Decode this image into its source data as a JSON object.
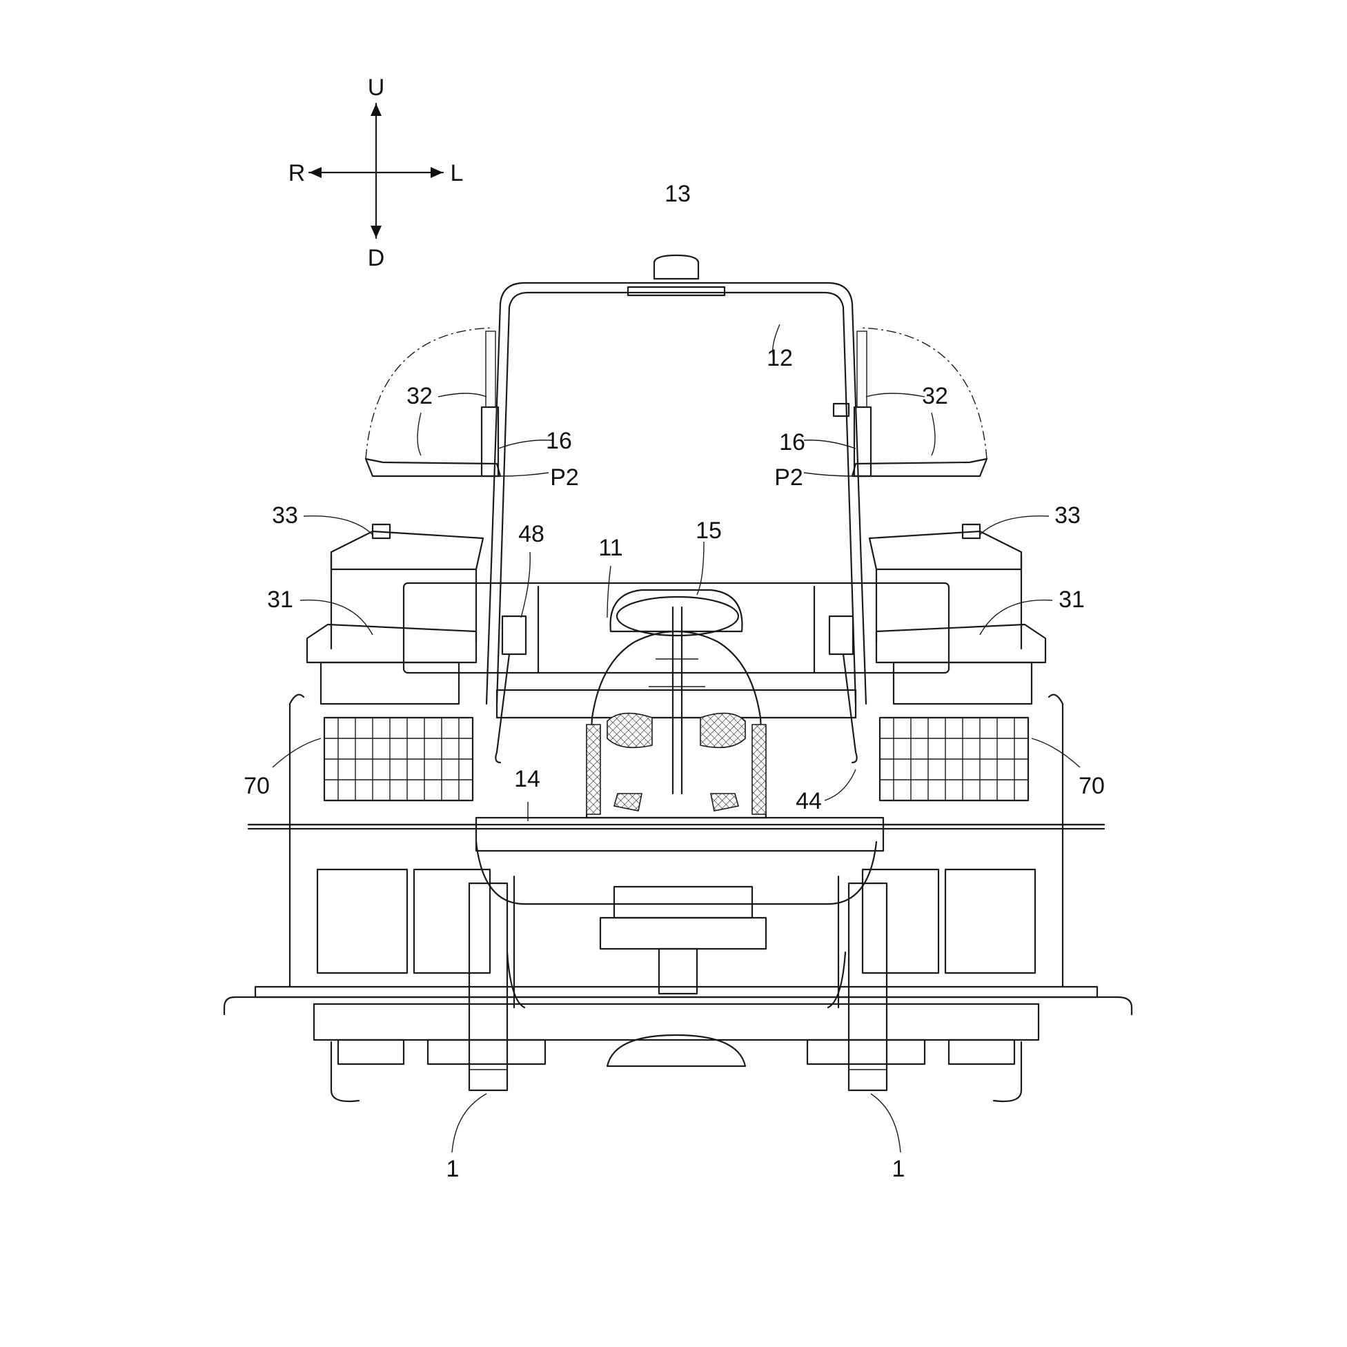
{
  "compass": {
    "up": "U",
    "down": "D",
    "left_side": "R",
    "right_side": "L"
  },
  "labels": {
    "rotating_beacon": "13",
    "roll_bar": "12",
    "mirror_left": "32",
    "mirror_right": "32",
    "pivot_pin_left": "16",
    "pivot_pin_right": "16",
    "pivot_point_left": "P2",
    "pivot_point_right": "P2",
    "upper_tray_left": "33",
    "upper_tray_right": "33",
    "lower_tray_left": "31",
    "lower_tray_right": "31",
    "lever": "48",
    "seat": "11",
    "steering_wheel": "15",
    "basket_left": "70",
    "basket_right": "70",
    "step_floor": "14",
    "link_rod": "44",
    "front_wheel_left": "1",
    "front_wheel_right": "1"
  }
}
